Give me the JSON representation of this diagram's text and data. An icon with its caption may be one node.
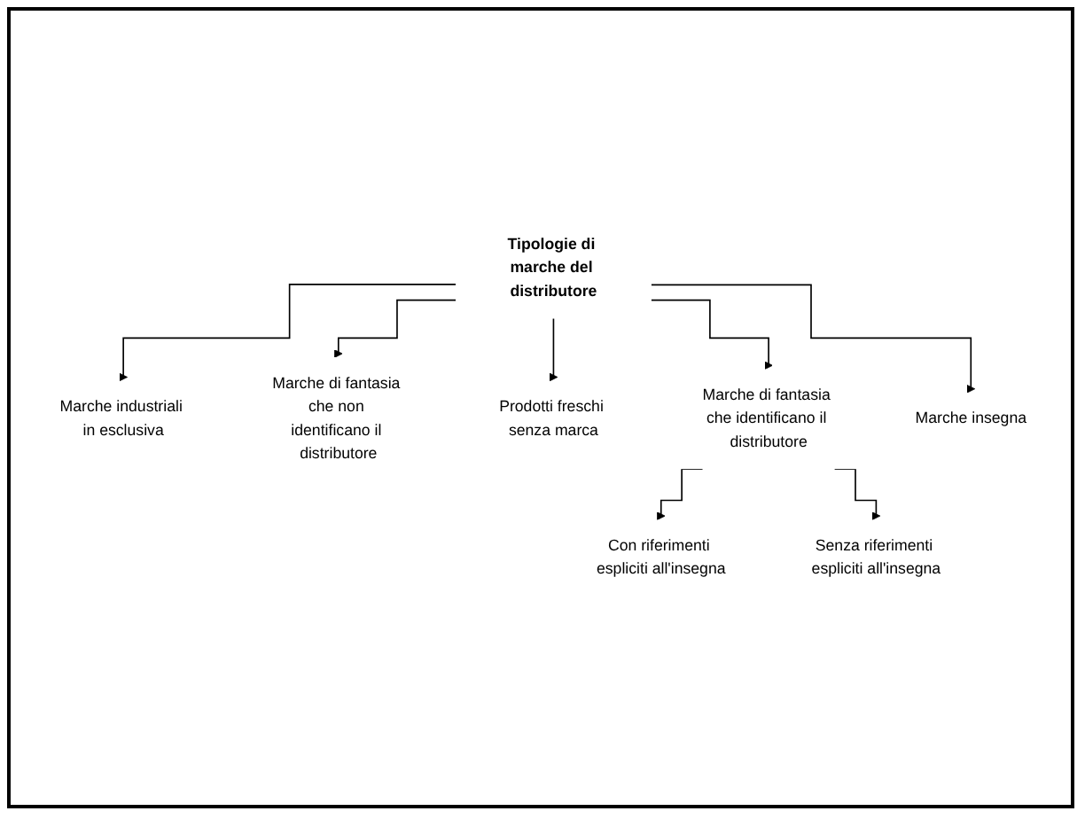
{
  "diagram": {
    "nodes": [
      {
        "text": [
          "Tipologie di marche del distributore"
        ]
      },
      {
        "text": [
          "Marche industriali in esclusiva"
        ]
      },
      {
        "text": [
          "Marche di fantasia che non identificano il distributore"
        ]
      },
      {
        "text": [
          "Prodotti freschi senza marca"
        ]
      },
      {
        "text": [
          "Marche di fantasia che identificano il distributore"
        ]
      },
      {
        "text": [
          "Marche insegna"
        ]
      },
      {
        "text": [
          "Con riferimenti espliciti all'insegna"
        ]
      },
      {
        "text": [
          "Senza riferimenti espliciti all'insegna"
        ]
      }
    ],
    "edges": [
      {
        "from": 0,
        "to": 1,
        "arrow": "to"
      },
      {
        "from": 0,
        "to": 2,
        "arrow": "to"
      },
      {
        "from": 0,
        "to": 3,
        "arrow": "to"
      },
      {
        "from": 0,
        "to": 4,
        "arrow": "to"
      },
      {
        "from": 0,
        "to": 5,
        "arrow": "to"
      },
      {
        "from": 4,
        "to": 6,
        "arrow": "to"
      },
      {
        "from": 4,
        "to": 7,
        "arrow": "to"
      }
    ]
  }
}
